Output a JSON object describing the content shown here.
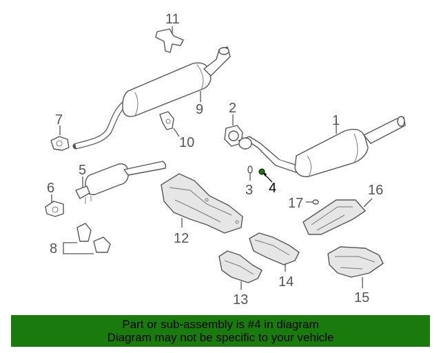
{
  "callouts": {
    "c1": "1",
    "c2": "2",
    "c3": "3",
    "c4": "4",
    "c5": "5",
    "c6": "6",
    "c7": "7",
    "c8": "8",
    "c9": "9",
    "c10": "10",
    "c11": "11",
    "c12": "12",
    "c13": "13",
    "c14": "14",
    "c15": "15",
    "c16": "16",
    "c17": "17"
  },
  "highlight_color": "#1a7a0e",
  "banner": {
    "line1": "Part or sub-assembly is #4 in diagram",
    "line2": "Diagram may not be specific to your vehicle"
  }
}
